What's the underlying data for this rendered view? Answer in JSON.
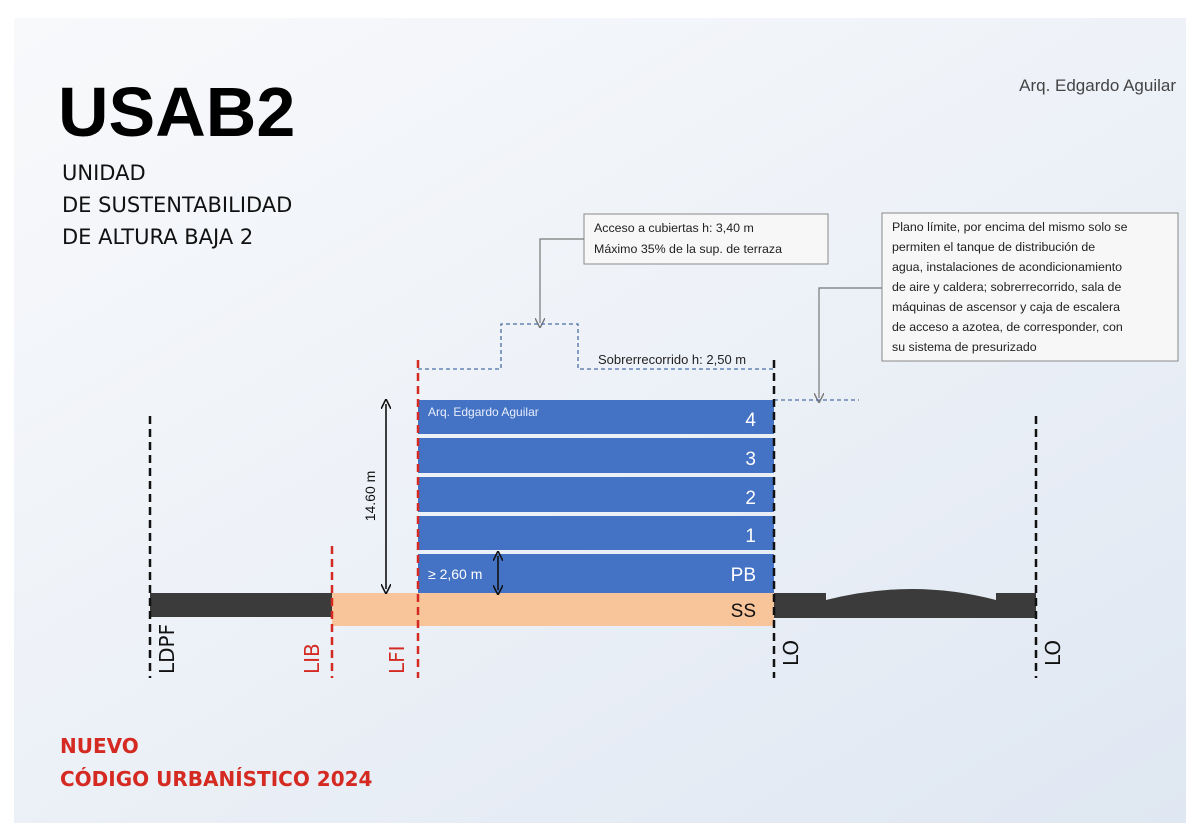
{
  "header": {
    "title": "USAB2",
    "subtitle_lines": [
      "UNIDAD",
      "DE SUSTENTABILIDAD",
      "DE ALTURA BAJA 2"
    ],
    "author": "Arq. Edgardo Aguilar"
  },
  "notes": {
    "cubiertas": [
      "Acceso a cubiertas h: 3,40 m",
      "Máximo 35% de la sup. de terraza"
    ],
    "plano_limite": [
      "Plano límite, por encima del mismo solo se",
      "permiten el tanque de distribución de",
      "agua, instalaciones de acondicionamiento",
      "de aire y caldera; sobrerrecorrido, sala de",
      "máquinas de ascensor y caja de escalera",
      "de acceso a azotea, de corresponder, con",
      "su sistema de presurizado"
    ]
  },
  "section": {
    "floors": [
      "4",
      "3",
      "2",
      "1",
      "PB"
    ],
    "basement": "SS",
    "watermark": "Arq. Edgardo Aguilar",
    "sobrerrecorrido": "Sobrerrecorrido  h: 2,50 m",
    "height_total": "14.60 m",
    "min_floor_height": "≥ 2,60 m",
    "colors": {
      "floor": "#4472c4",
      "basement": "#f8c59b",
      "ground": "#3b3b3b",
      "red_line": "#d42a22",
      "dashed_blue": "#4a6fa5"
    }
  },
  "lines": {
    "ldpf": "LDPF",
    "lib": "LIB",
    "lfi": "LFI",
    "lo_left": "LO",
    "lo_right": "LO"
  },
  "footer": [
    "NUEVO",
    "CÓDIGO URBANÍSTICO 2024"
  ]
}
